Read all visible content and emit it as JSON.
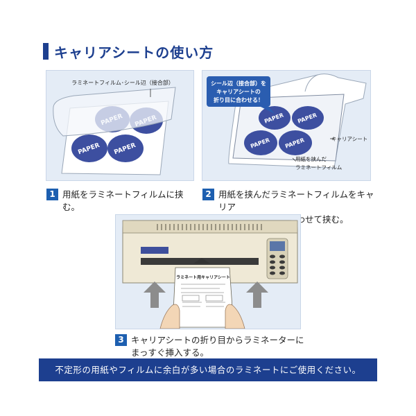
{
  "title": "キャリアシートの使い方",
  "panel1": {
    "label": "ラミネートフィルム･シール辺（接合部）",
    "sticker_text": "PAPER"
  },
  "panel2": {
    "callout": [
      "シール辺（接合部）を",
      "キャリアシートの",
      "折り目に合わせる！"
    ],
    "label_carrier": "キャリアシート",
    "label_film": [
      "用紙を挟んだ",
      "ラミネートフィルム"
    ],
    "sticker_text": "PAPER"
  },
  "panel3": {
    "doc_title": "ラミネート用キャリアシート"
  },
  "steps": [
    {
      "num": "1",
      "text": "用紙をラミネートフィルムに挟む。"
    },
    {
      "num": "2",
      "text": "用紙を挟んだラミネートフィルムをキャリア\nシートの折り目に合わせて挟む。"
    },
    {
      "num": "3",
      "text": "キャリアシートの折り目からラミネーターに\nまっすぐ挿入する。"
    }
  ],
  "footer": "不定形の用紙やフィルムに余白が多い場合のラミネートにご使用ください。",
  "colors": {
    "accent": "#1d3f8f",
    "step_badge": "#1d5fb0",
    "panel_bg": "#e4ecf6",
    "sticker": "#3d4fa0"
  }
}
